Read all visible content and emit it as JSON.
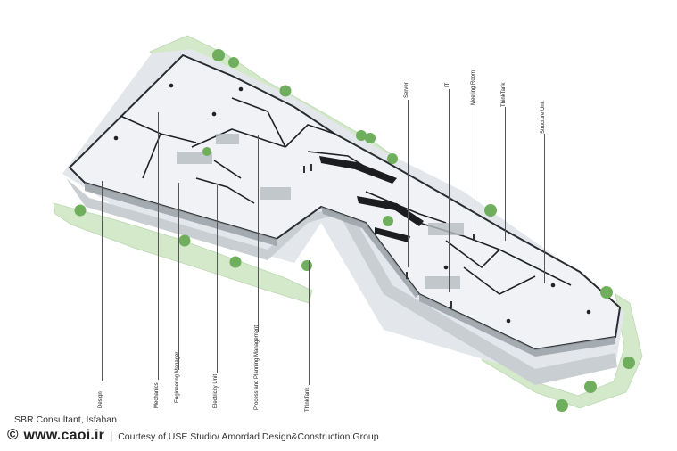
{
  "labels": {
    "design": "Design",
    "mechanics": "Mechanics",
    "engineering_manager": "Engineering Manager",
    "electricity_unit": "Electricity Unit",
    "process_planning": "Process and Planning Management",
    "thinktank_lower": "ThinkTank",
    "server": "Server",
    "it": "IT",
    "meeting_room": "Meeting Room",
    "thinktank_upper": "ThinkTank",
    "structure_unit": "Structure Unit"
  },
  "credits": {
    "location": "SBR Consultant, Isfahan",
    "copyright_symbol": "©",
    "site": "www.caoi.ir",
    "separator": "|",
    "courtesy": "Courtesy of USE Studio/ Amordad Design&Construction Group"
  },
  "colors": {
    "landscape": "#cfe6c6",
    "floor": "#eef1f4",
    "wall": "#2a2d30",
    "glass": "#8e959b",
    "tree": "#6fae5c"
  }
}
